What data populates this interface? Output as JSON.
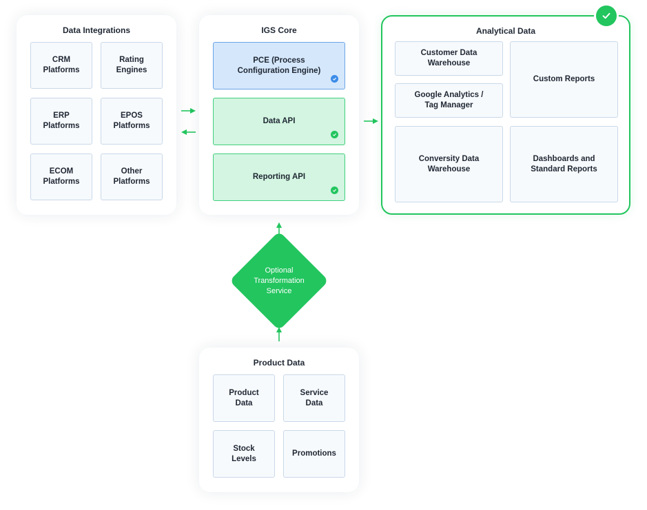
{
  "data_integrations": {
    "title": "Data Integrations",
    "items": [
      "CRM\nPlatforms",
      "Rating\nEngines",
      "ERP\nPlatforms",
      "EPOS\nPlatforms",
      "ECOM\nPlatforms",
      "Other\nPlatforms"
    ]
  },
  "igs_core": {
    "title": "IGS Core",
    "items": [
      "PCE (Process\nConfiguration Engine)",
      "Data API",
      "Reporting API"
    ]
  },
  "analytical_data": {
    "title": "Analytical Data",
    "items": [
      "Customer Data\nWarehouse",
      "Google Analytics /\nTag Manager",
      "Custom Reports",
      "Conversity Data\nWarehouse",
      "Dashboards and\nStandard Reports"
    ]
  },
  "transformation": {
    "label": "Optional\nTransformation\nService"
  },
  "product_data": {
    "title": "Product Data",
    "items": [
      "Product\nData",
      "Service\nData",
      "Stock\nLevels",
      "Promotions"
    ]
  },
  "colors": {
    "green": "#22c55e",
    "blue_check": "#3b8ce8",
    "card_border": "#c9d8e8",
    "blue_card": "#d5e7fb",
    "green_card": "#d3f5e1"
  },
  "icons": [
    "check-icon",
    "arrow-right-icon",
    "arrow-left-icon",
    "arrow-up-icon"
  ]
}
